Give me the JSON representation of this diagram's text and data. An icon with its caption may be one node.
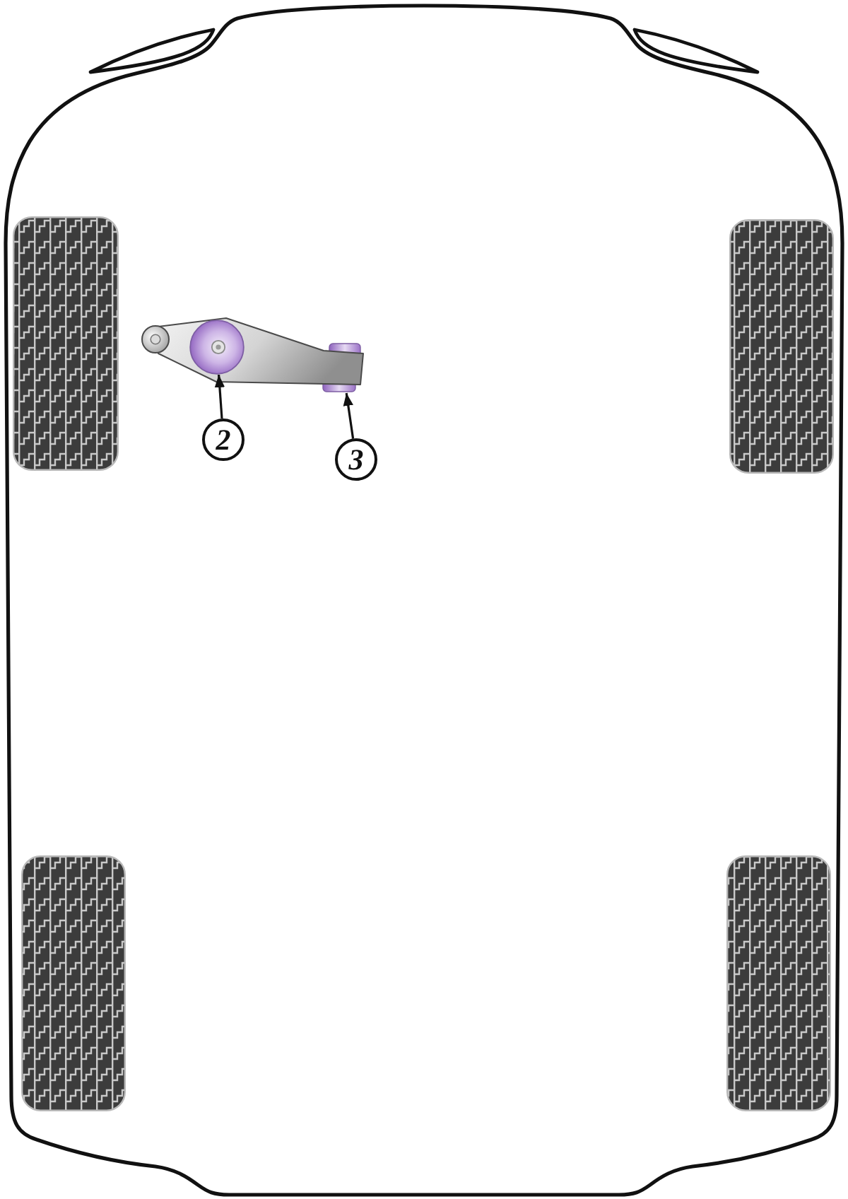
{
  "diagram": {
    "nodes": [
      {
        "text": [],
        "shape": "circle"
      },
      {
        "text": [],
        "shape": "cylinder"
      },
      {
        "text": [
          "2"
        ]
      },
      {
        "text": [
          "3"
        ]
      }
    ],
    "edges": [
      {
        "from": 2,
        "to": 0,
        "arrow": "to"
      },
      {
        "from": 3,
        "to": 1,
        "arrow": "to"
      }
    ]
  }
}
